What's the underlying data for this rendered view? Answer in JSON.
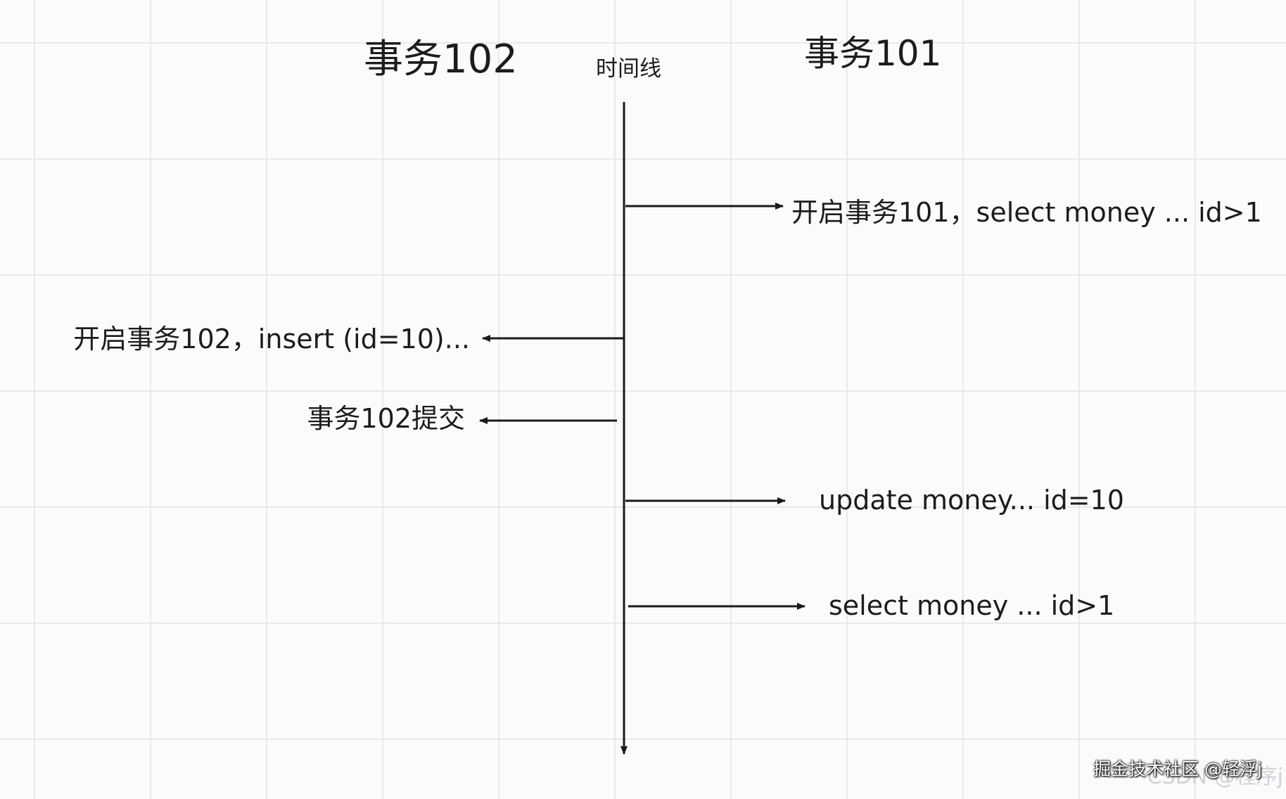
{
  "header": {
    "tx102_title": "事务102",
    "timeline_title": "时间线",
    "tx101_title": "事务101"
  },
  "events": [
    {
      "text": "开启事务101，select money ... id>1",
      "side": "right"
    },
    {
      "text": "开启事务102，insert (id=10)...",
      "side": "left"
    },
    {
      "text": "事务102提交",
      "side": "left"
    },
    {
      "text": "update money... id=10",
      "side": "right"
    },
    {
      "text": "select money ... id>1",
      "side": "right"
    }
  ],
  "watermark": {
    "back": "CSDN @程序j",
    "front": "掘金技术社区 @轻浮j"
  },
  "colors": {
    "background": "#fbfbfb",
    "grid": "#e9e9ea",
    "line": "#1a1a1a",
    "text": "#1c1c1c"
  }
}
